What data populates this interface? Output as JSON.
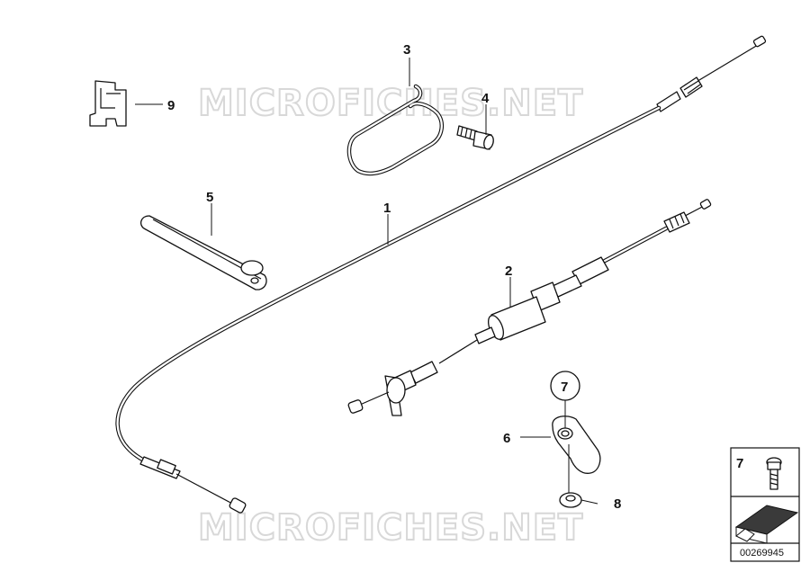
{
  "watermark": "MICROFICHES.NET",
  "callouts": {
    "c1": "1",
    "c2": "2",
    "c3": "3",
    "c4": "4",
    "c5": "5",
    "c6": "6",
    "c7": "7",
    "c8": "8",
    "c9": "9"
  },
  "inset": {
    "part_number": "7",
    "diagram_id": "00269945"
  }
}
